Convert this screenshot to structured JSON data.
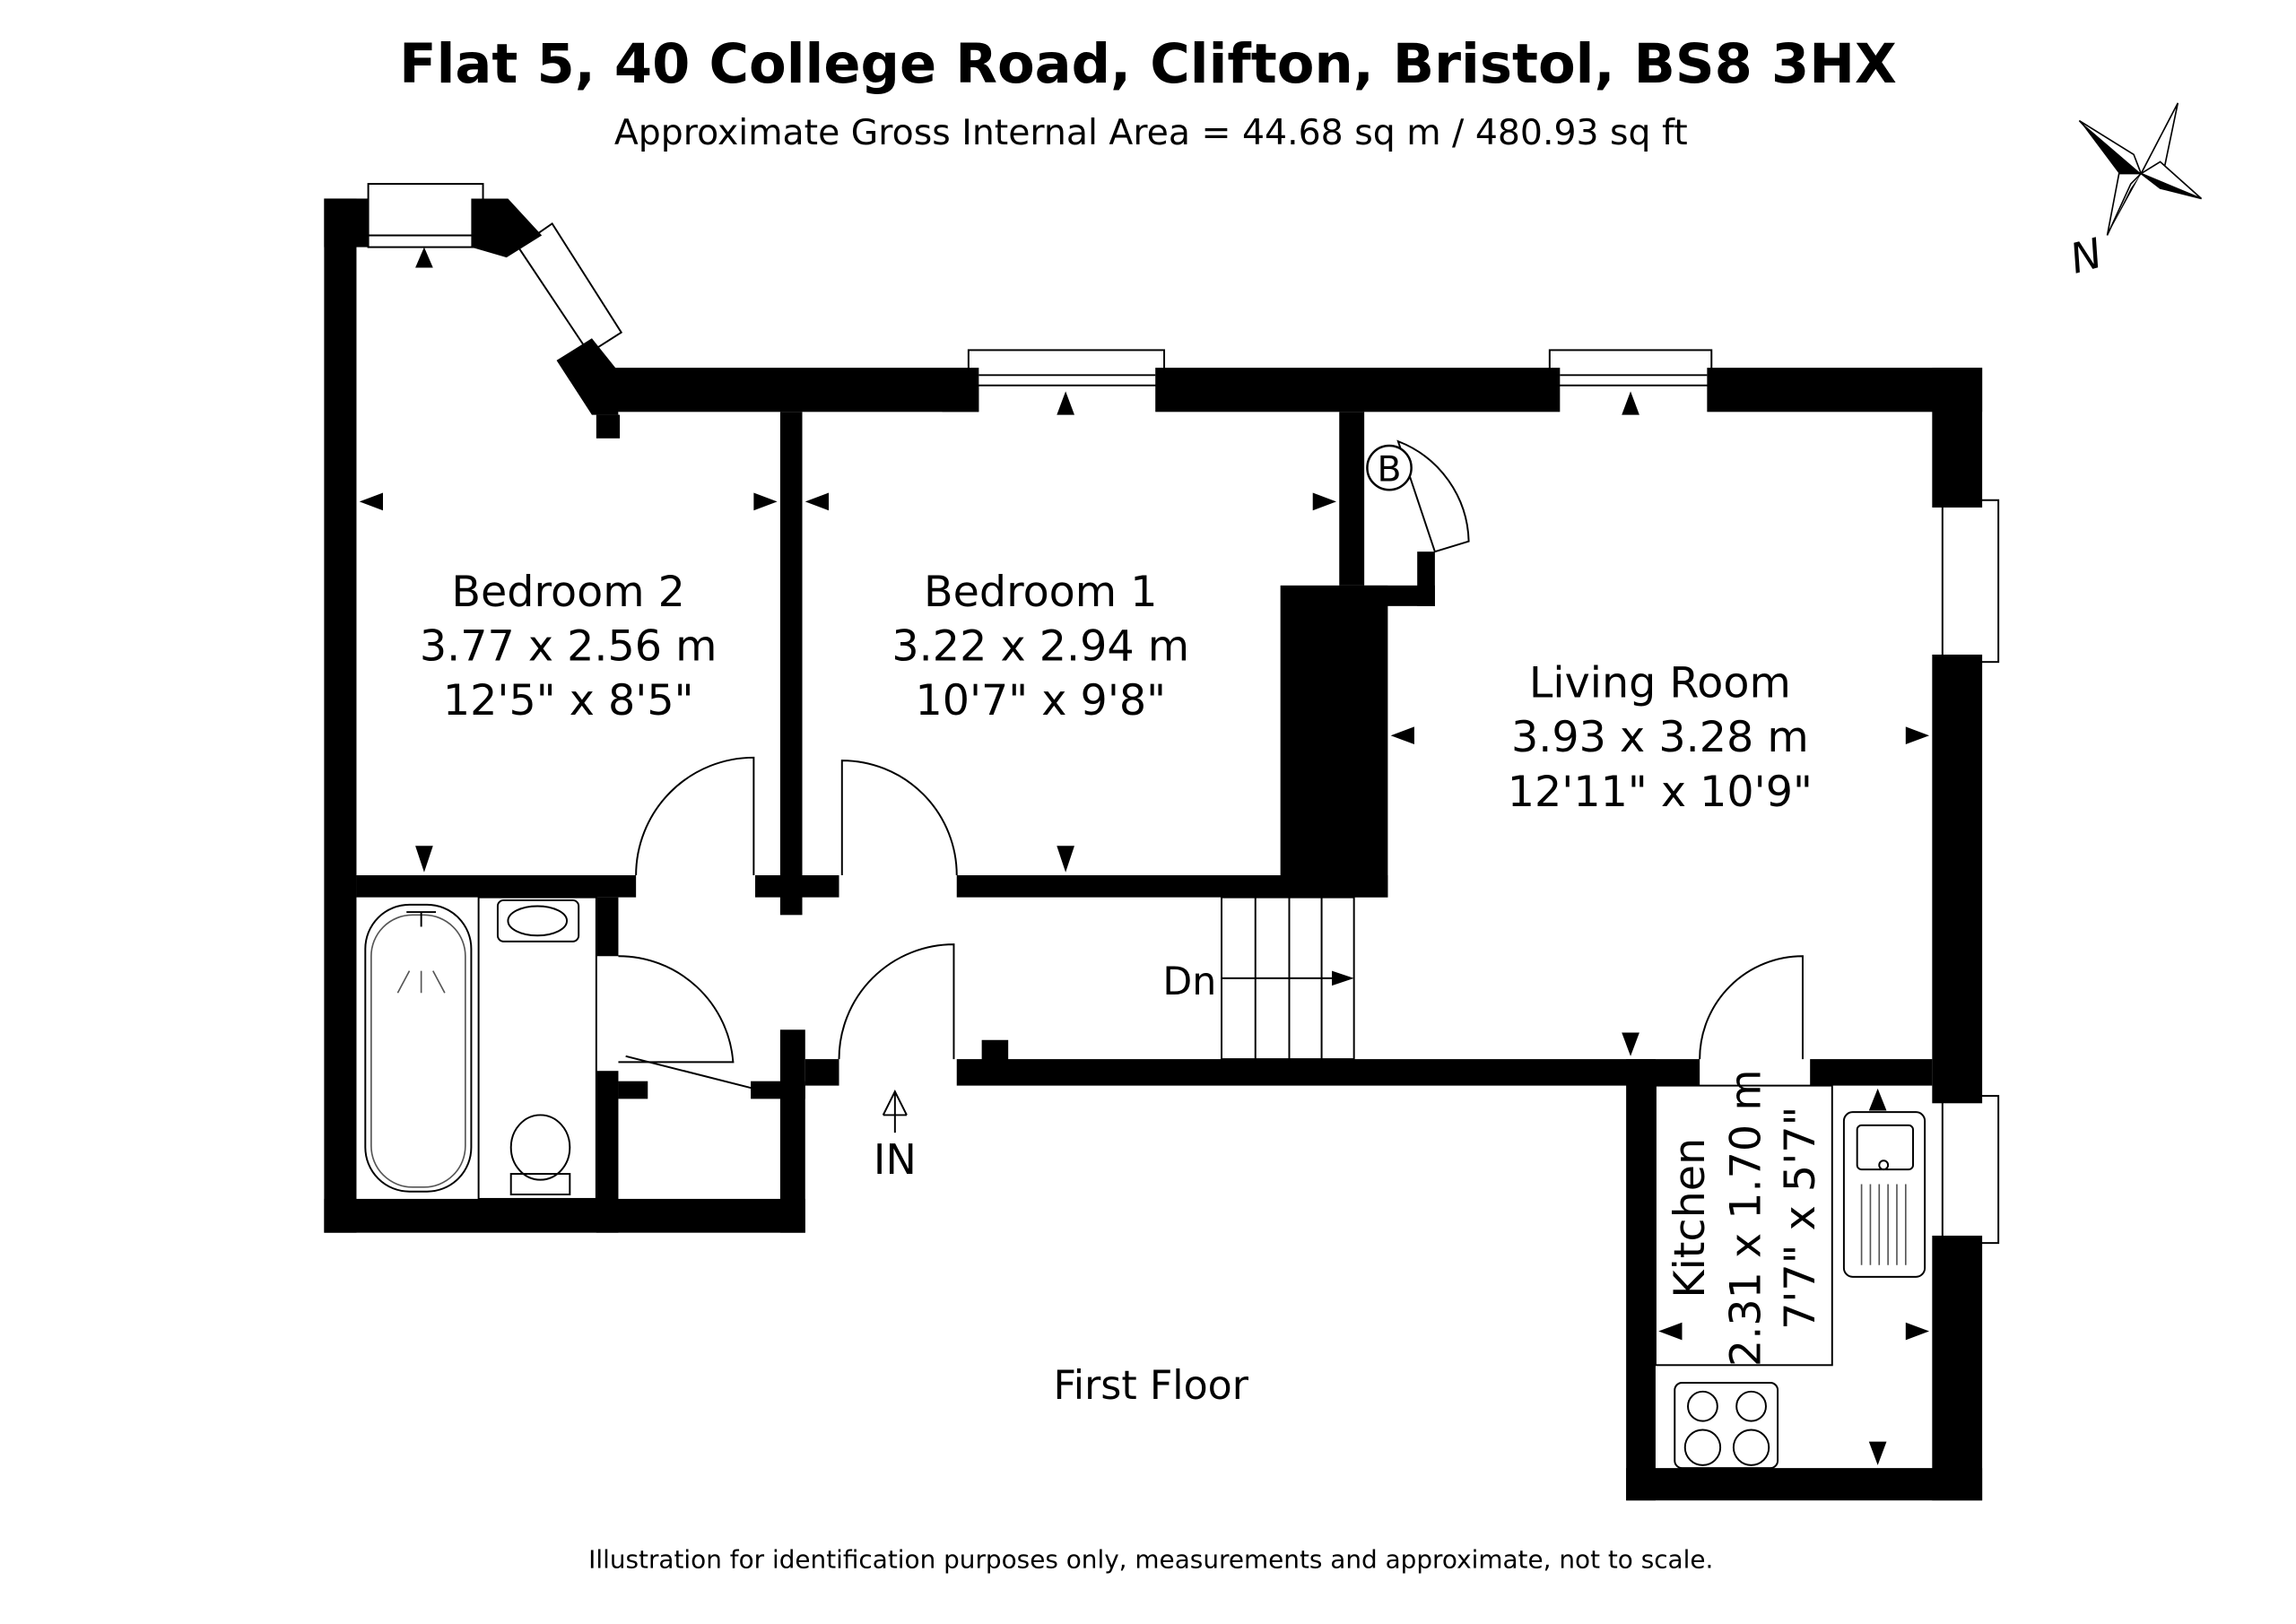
{
  "title": "Flat 5, 40 College Road, Clifton, Bristol, BS8 3HX",
  "subtitle": "Approximate Gross Internal Area = 44.68 sq m / 480.93 sq ft",
  "compass_label": "N",
  "floor_label": "First Floor",
  "disclaimer": "Illustration for identification purposes only, measurements and approximate, not to scale.",
  "rooms": [
    {
      "name": "Bedroom 2",
      "metric": "3.77 x 2.56 m",
      "imperial": "12'5\" x 8'5\""
    },
    {
      "name": "Bedroom 1",
      "metric": "3.22 x 2.94 m",
      "imperial": "10'7\" x 9'8\""
    },
    {
      "name": "Living Room",
      "metric": "3.93 x 3.28 m",
      "imperial": "12'11\" x 10'9\""
    },
    {
      "name": "Kitchen",
      "metric": "2.31 x 1.70 m",
      "imperial": "7'7\" x 5'7\""
    }
  ],
  "labels": {
    "boiler": "B",
    "stairs": "Dn",
    "entrance": "IN"
  }
}
